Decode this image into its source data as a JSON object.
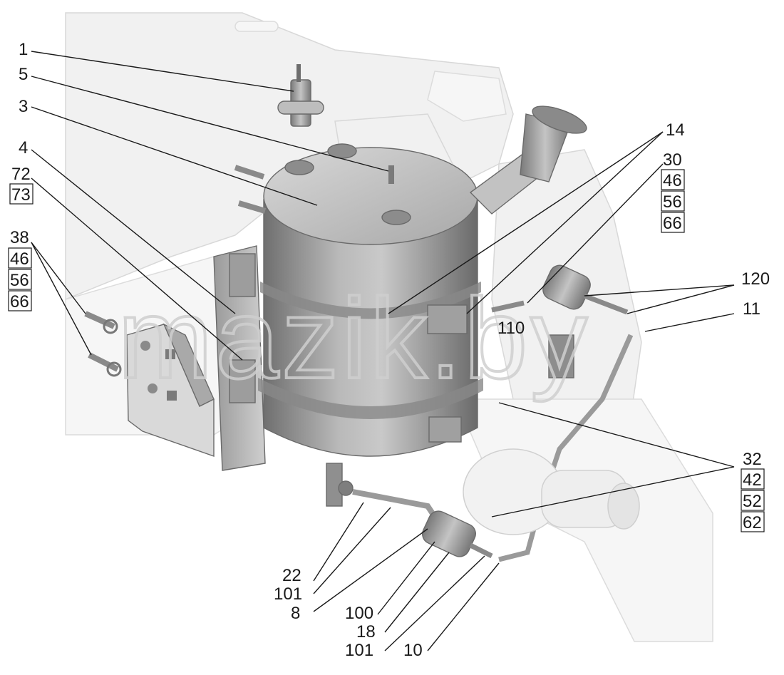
{
  "watermark": "mazik.by",
  "callouts": [
    {
      "id": "c1",
      "text": "1"
    },
    {
      "id": "c5",
      "text": "5"
    },
    {
      "id": "c3",
      "text": "3"
    },
    {
      "id": "c4",
      "text": "4"
    },
    {
      "id": "c72",
      "text": "72"
    },
    {
      "id": "c73",
      "text": "73"
    },
    {
      "id": "c38",
      "text": "38"
    },
    {
      "id": "c46a",
      "text": "46"
    },
    {
      "id": "c56a",
      "text": "56"
    },
    {
      "id": "c66a",
      "text": "66"
    },
    {
      "id": "c14",
      "text": "14"
    },
    {
      "id": "c30",
      "text": "30"
    },
    {
      "id": "c46b",
      "text": "46"
    },
    {
      "id": "c56b",
      "text": "56"
    },
    {
      "id": "c66b",
      "text": "66"
    },
    {
      "id": "c120",
      "text": "120"
    },
    {
      "id": "c11",
      "text": "11"
    },
    {
      "id": "c110",
      "text": "110"
    },
    {
      "id": "c32",
      "text": "32"
    },
    {
      "id": "c42",
      "text": "42"
    },
    {
      "id": "c52",
      "text": "52"
    },
    {
      "id": "c62",
      "text": "62"
    },
    {
      "id": "c22",
      "text": "22"
    },
    {
      "id": "c101a",
      "text": "101"
    },
    {
      "id": "c8",
      "text": "8"
    },
    {
      "id": "c100",
      "text": "100"
    },
    {
      "id": "c18",
      "text": "18"
    },
    {
      "id": "c101b",
      "text": "101"
    },
    {
      "id": "c10",
      "text": "10"
    }
  ]
}
